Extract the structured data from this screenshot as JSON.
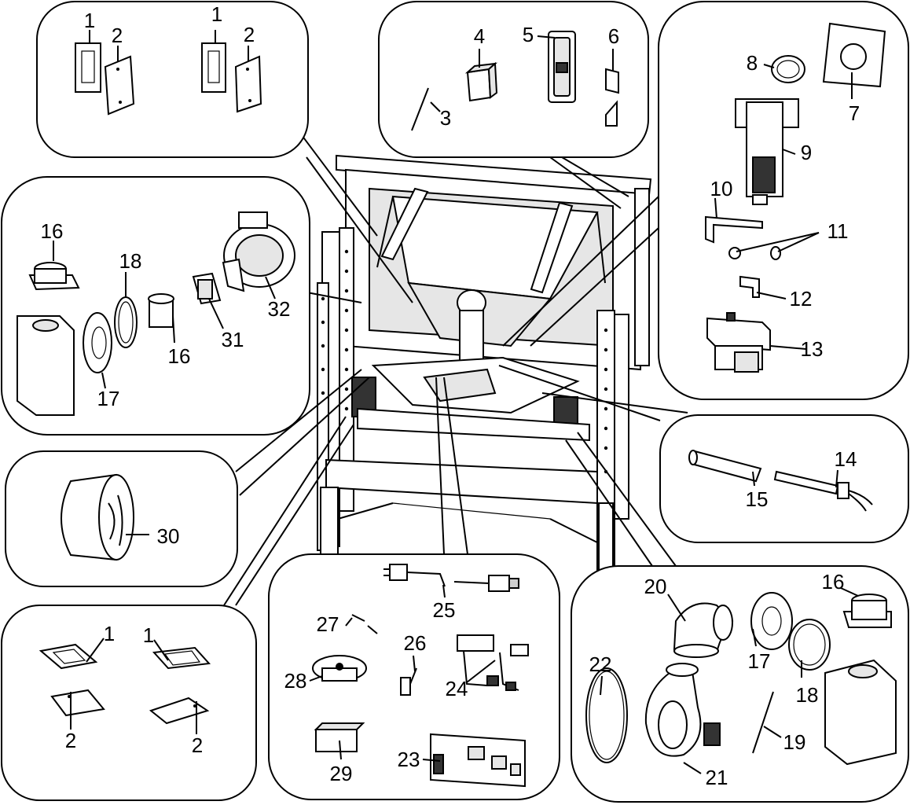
{
  "diagram": {
    "part_labels": [
      "1",
      "1",
      "2",
      "2",
      "3",
      "4",
      "5",
      "6",
      "7",
      "8",
      "9",
      "10",
      "11",
      "12",
      "13",
      "16",
      "18",
      "32",
      "16",
      "31",
      "17",
      "14",
      "15",
      "30",
      "1",
      "1",
      "2",
      "2",
      "25",
      "27",
      "26",
      "28",
      "24",
      "29",
      "23",
      "20",
      "16",
      "17",
      "22",
      "18",
      "19",
      "21"
    ]
  }
}
